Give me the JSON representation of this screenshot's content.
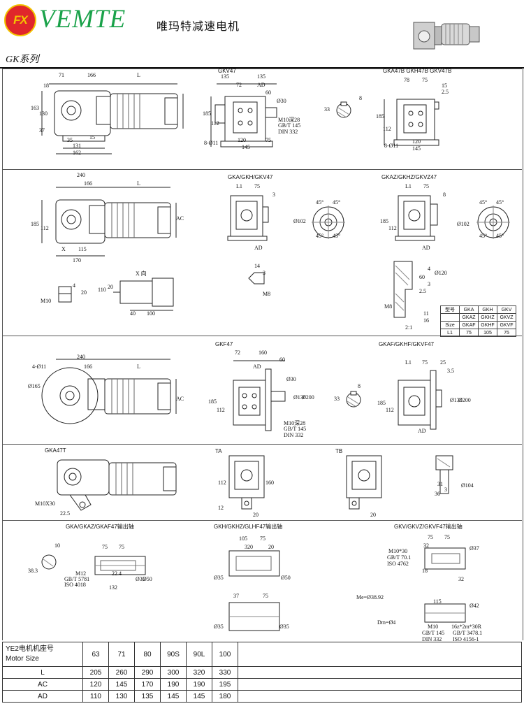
{
  "header": {
    "logo_text": "FX",
    "brand": "VEMTE",
    "brand_cn": "唯玛特减速电机",
    "series": "GK系列"
  },
  "colors": {
    "brand_green": "#1aa24a",
    "logo_red": "#e0262b",
    "logo_yellow": "#f3c400"
  },
  "section1": {
    "view1_dims": [
      "71",
      "166",
      "L",
      "18",
      "163",
      "130",
      "37",
      "35",
      "131",
      "162",
      "15"
    ],
    "view2_title": "GKV47",
    "view2_dims": [
      "135",
      "135",
      "72",
      "AD",
      "60",
      "Ø30",
      "185",
      "112",
      "8-Ø11",
      "145",
      "120",
      "75",
      "M10深28",
      "GB/T 145",
      "DIN 332"
    ],
    "key_dims": [
      "8",
      "33"
    ],
    "view3_title": "GKA47B GKH47B GKV47B",
    "view3_dims": [
      "78",
      "75",
      "15",
      "2.5",
      "185",
      "112",
      "8-Ø11",
      "120",
      "145"
    ]
  },
  "section2": {
    "view1_dims": [
      "240",
      "166",
      "L",
      "185",
      "112",
      "AC",
      "X",
      "115",
      "170"
    ],
    "view2_title": "GKA/GKH/GKV47",
    "view2_dims": [
      "L1",
      "75",
      "3",
      "AD",
      "45°",
      "45°",
      "45°",
      "45°",
      "Ø102"
    ],
    "view3_title": "GKAZ/GKHZ/GKVZ47",
    "view3_dims": [
      "L1",
      "75",
      "8",
      "185",
      "112",
      "AD",
      "45°",
      "45°",
      "45°",
      "45°",
      "Ø102"
    ],
    "xview_label": "X 向",
    "xview_dims": [
      "110",
      "20",
      "40",
      "100"
    ],
    "m10_label": "M10",
    "m10_dims": [
      "4",
      "20"
    ],
    "small_dims": [
      "14",
      "3",
      "M8"
    ],
    "detail_dims": [
      "4",
      "60",
      "3",
      "Ø120",
      "2.5",
      "M8",
      "11",
      "16",
      "2:1"
    ],
    "l1_table": {
      "rows": [
        [
          "型号",
          "GKA",
          "GKH",
          "GKV"
        ],
        [
          "",
          "GKAZ",
          "GKHZ",
          "GKVZ"
        ],
        [
          "Size",
          "GKAF",
          "GKHF",
          "GKVF"
        ],
        [
          "L1",
          "75",
          "105",
          "75"
        ]
      ]
    }
  },
  "section3": {
    "view1_dims": [
      "240",
      "166",
      "L",
      "4-Ø11",
      "Ø165",
      "AC"
    ],
    "view2_title": "GKF47",
    "view2_dims": [
      "72",
      "160",
      "60",
      "Ø30",
      "AD",
      "185",
      "112",
      "Ø130",
      "Ø200",
      "M10深28",
      "GB/T 145",
      "DIN 332"
    ],
    "key_dims": [
      "8",
      "33"
    ],
    "view3_title": "GKAF/GKHF/GKVF47",
    "view3_dims": [
      "L1",
      "75",
      "25",
      "3.5",
      "185",
      "112",
      "AD",
      "Ø130",
      "Ø200"
    ]
  },
  "section4": {
    "view1_title": "GKA47T",
    "view1_dims": [
      "M10X30",
      "22.5"
    ],
    "ta_title": "TA",
    "ta_dims": [
      "112",
      "160",
      "12",
      "20"
    ],
    "tb_title": "TB",
    "tb_dims": [
      "20"
    ],
    "detail_dims": [
      "31",
      "3",
      "36",
      "Ø104"
    ]
  },
  "section5": {
    "shaft1_title": "GKA/GKAZ/GKAF47输出轴",
    "shaft1_dims": [
      "10",
      "38.3",
      "75",
      "75",
      "M12",
      "GB/T 5781",
      "ISO 4018",
      "22.4",
      "132",
      "Ø35",
      "Ø50"
    ],
    "shaft2_title": "GKH/GKHZ/GLHF47输出轴",
    "shaft2_dims": [
      "105",
      "75",
      "20",
      "320",
      "Ø35",
      "Ø50",
      "37",
      "75",
      "Ø35",
      "Ø35"
    ],
    "shaft3_title": "GKV/GKVZ/GKVF47输出轴",
    "shaft3_dims": [
      "75",
      "75",
      "M10*30",
      "GB/T 70.1",
      "ISO 4762",
      "32",
      "18",
      "32",
      "Ø37",
      "Me=Ø38.92",
      "Dm=Ø4",
      "115",
      "M10",
      "GB/T 145",
      "DIN 332",
      "16z*2m*30R",
      "GB/T 3478.1",
      "ISO 4156-1",
      "Ø42"
    ]
  },
  "spec_table": {
    "header": [
      "YE2电机机座号",
      "Motor Size"
    ],
    "sizes": [
      "63",
      "71",
      "80",
      "90S",
      "90L",
      "100"
    ],
    "rows": [
      {
        "label": "L",
        "values": [
          "205",
          "260",
          "290",
          "300",
          "320",
          "330"
        ]
      },
      {
        "label": "AC",
        "values": [
          "120",
          "145",
          "170",
          "190",
          "190",
          "195"
        ]
      },
      {
        "label": "AD",
        "values": [
          "110",
          "130",
          "135",
          "145",
          "145",
          "180"
        ]
      }
    ]
  }
}
